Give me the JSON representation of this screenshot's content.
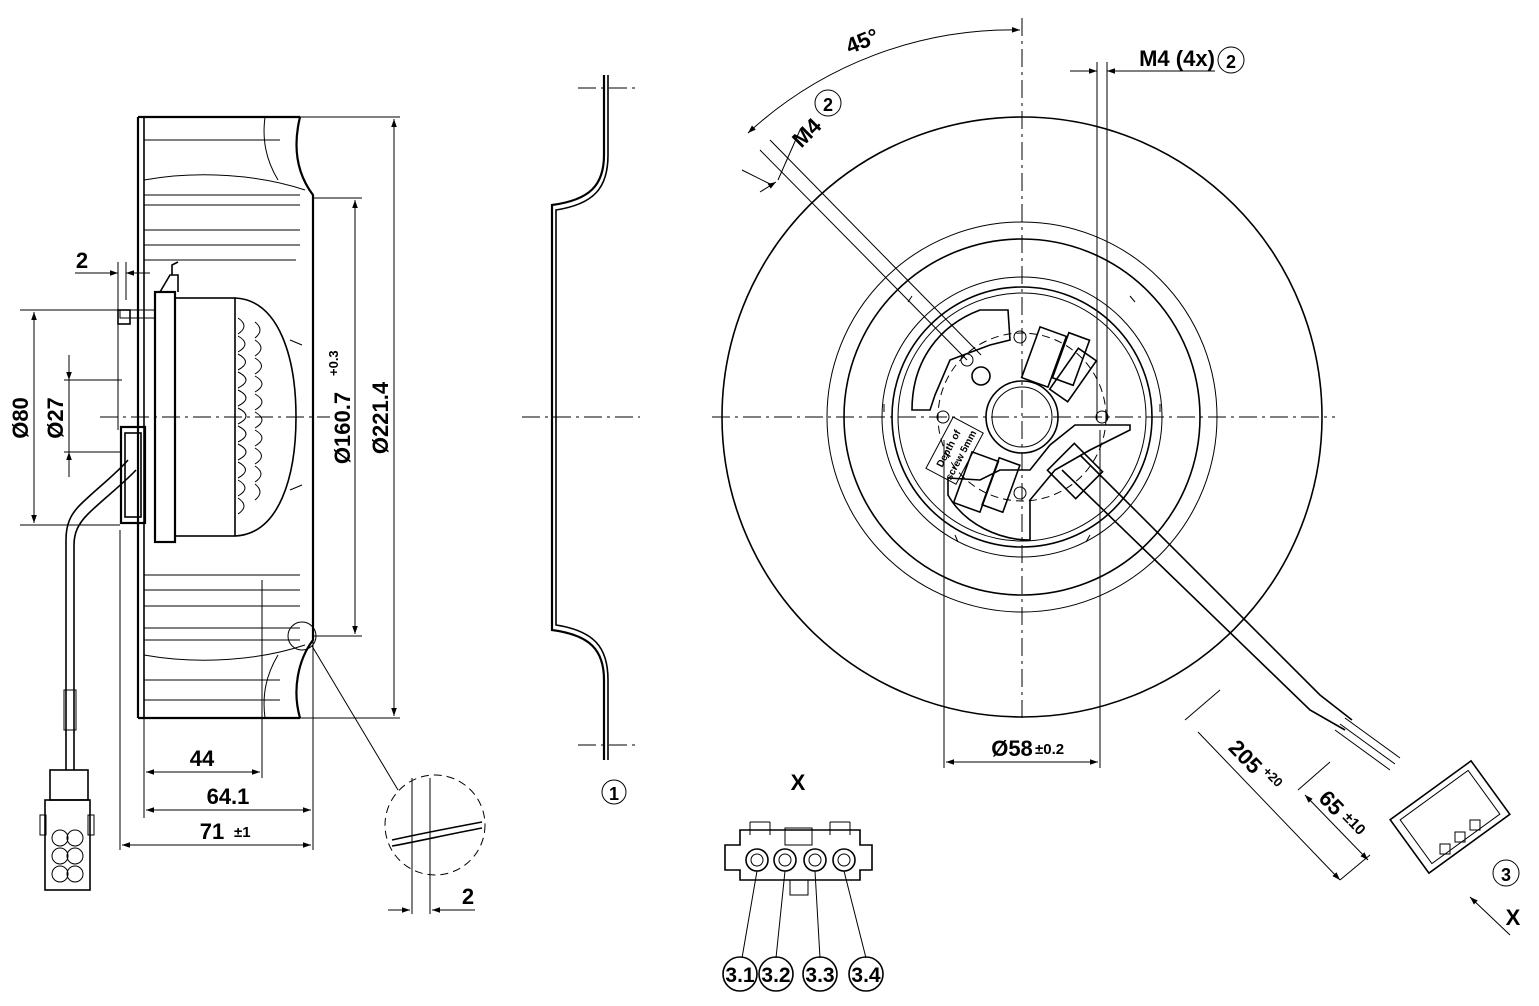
{
  "side_view": {
    "dims": {
      "d80": "Ø80",
      "d27": "Ø27",
      "d160": "Ø160.7",
      "d160_tol": "+0.3",
      "d221": "Ø221.4",
      "w2": "2",
      "l44": "44",
      "l64": "64.1",
      "l71": "71",
      "l71_tol": "±1",
      "detail_2": "2"
    }
  },
  "ring_view": {
    "callout": "1"
  },
  "front_view": {
    "angle": "45°",
    "m4": "M4",
    "m4_callout": "2",
    "m4x": "M4 (4x)",
    "m4x_callout": "2",
    "d58": "Ø58",
    "d58_tol": "±0.2",
    "cable_205": "205",
    "cable_205_tol": "+20",
    "cable_65": "65",
    "cable_65_tol": "±10",
    "connector_callout": "3",
    "view_arrow": "X",
    "label_depth_1": "Depth of",
    "label_depth_2": "screw 5mm"
  },
  "connector_view": {
    "title": "X",
    "pins": [
      "3.1",
      "3.2",
      "3.3",
      "3.4"
    ]
  }
}
